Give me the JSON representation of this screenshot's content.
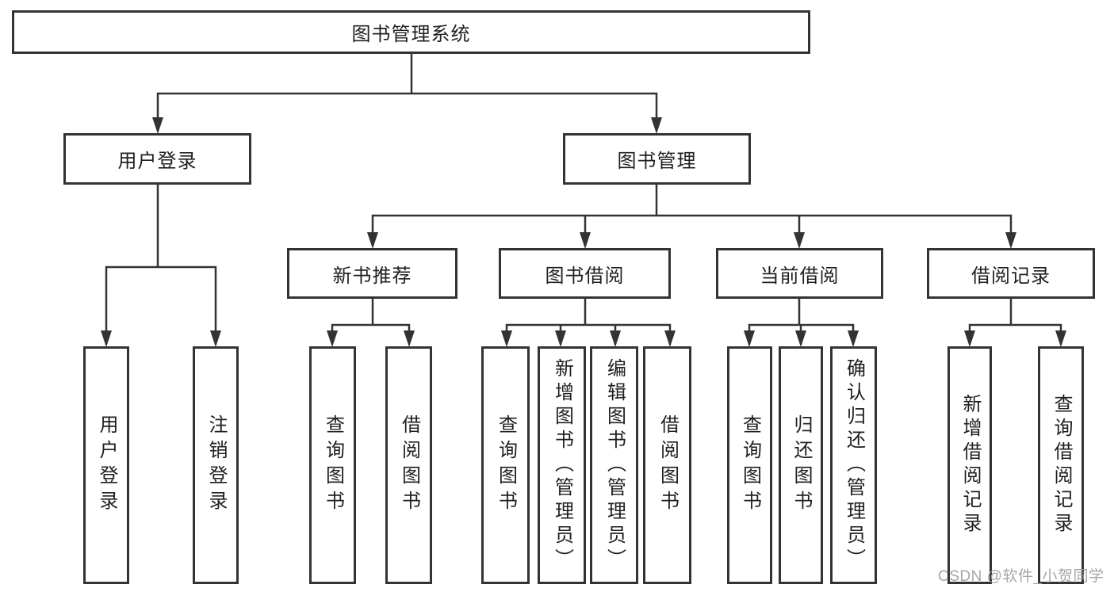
{
  "tree": {
    "root": {
      "label": "图书管理系统",
      "children": [
        {
          "label": "用户登录",
          "children": [
            {
              "label": "用户登录"
            },
            {
              "label": "注销登录"
            }
          ]
        },
        {
          "label": "图书管理",
          "children": [
            {
              "label": "新书推荐",
              "children": [
                {
                  "label": "查询图书"
                },
                {
                  "label": "借阅图书"
                }
              ]
            },
            {
              "label": "图书借阅",
              "children": [
                {
                  "label": "查询图书"
                },
                {
                  "label": "新增图书（管理员）"
                },
                {
                  "label": "编辑图书（管理员）"
                },
                {
                  "label": "借阅图书"
                }
              ]
            },
            {
              "label": "当前借阅",
              "children": [
                {
                  "label": "查询图书"
                },
                {
                  "label": "归还图书"
                },
                {
                  "label": "确认归还（管理员）"
                }
              ]
            },
            {
              "label": "借阅记录",
              "children": [
                {
                  "label": "新增借阅记录"
                },
                {
                  "label": "查询借阅记录"
                }
              ]
            }
          ]
        }
      ]
    }
  },
  "watermark": {
    "text": "CSDN @软件_小贺同学"
  },
  "colors": {
    "line": "#333333",
    "text": "#1f1f1f",
    "background": "#ffffff",
    "watermark": "#9e9e9e"
  }
}
